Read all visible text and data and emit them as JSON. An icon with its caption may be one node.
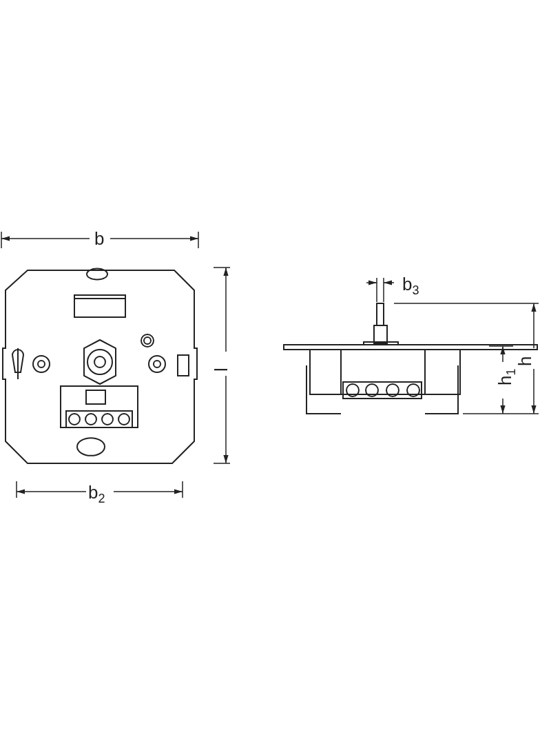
{
  "diagram": {
    "labels": [
      "b",
      "b$_{3}$",
      "l",
      "h$_{1}$",
      "h",
      "b$_{2}$"
    ]
  }
}
